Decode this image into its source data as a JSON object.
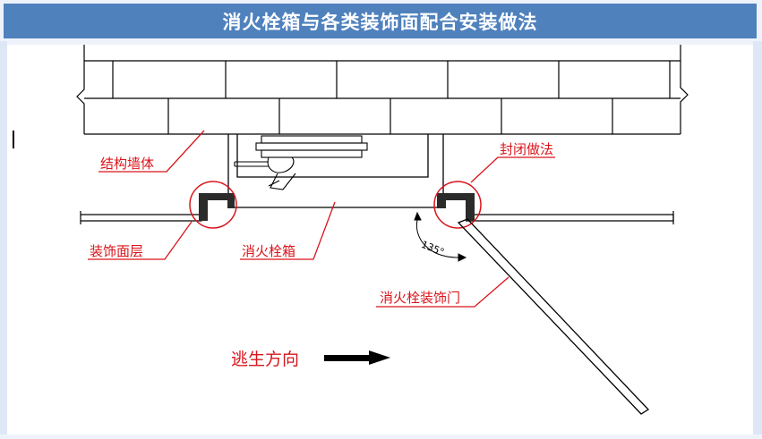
{
  "header": {
    "title": "消火栓箱与各类装饰面配合安装做法"
  },
  "labels": {
    "structure_wall": "结构墙体",
    "sealing_method": "封闭做法",
    "finish_layer": "装饰面层",
    "hydrant_box": "消火栓箱",
    "hydrant_door": "消火栓装饰门",
    "escape_direction": "逃生方向",
    "angle": "135°"
  },
  "colors": {
    "header_bg": "#4f81bd",
    "annotation": "#d9141b",
    "linework": "#000000"
  }
}
